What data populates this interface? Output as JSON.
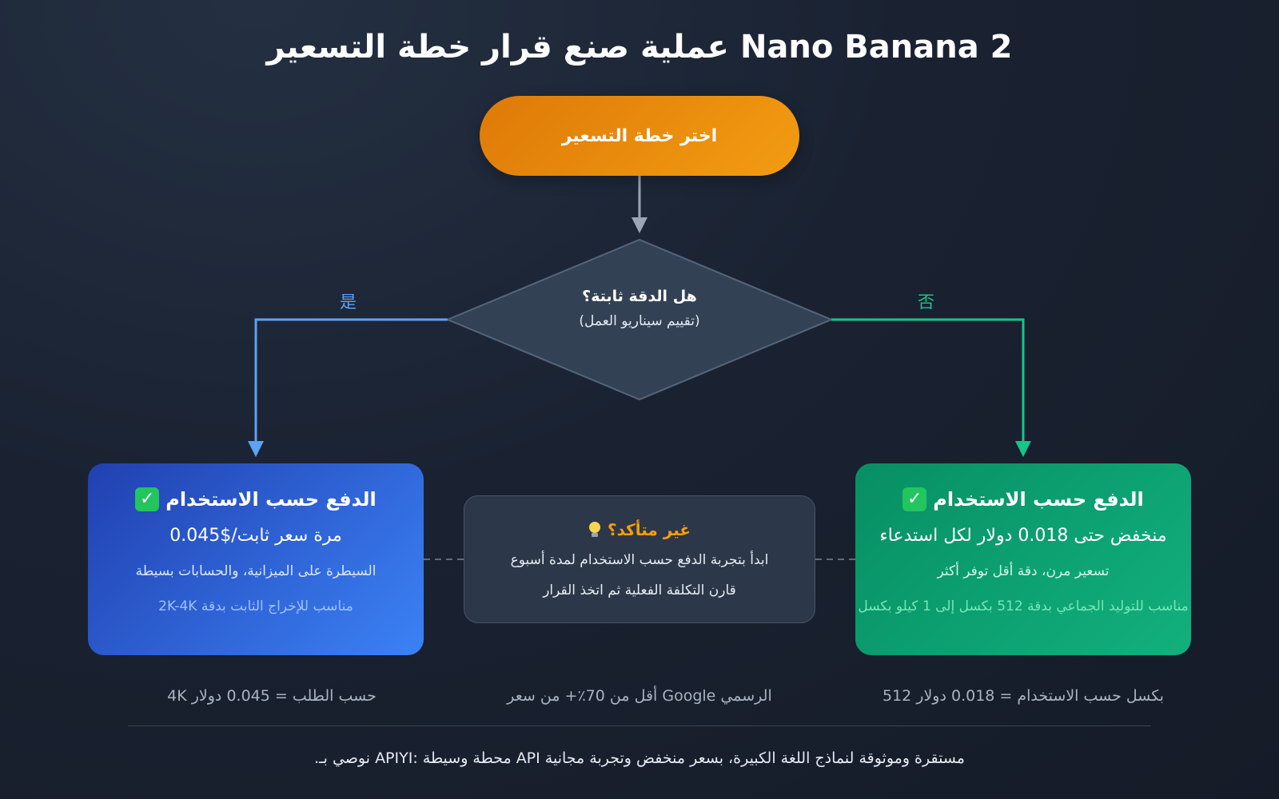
{
  "title": "عملية صنع قرار خطة التسعير Nano Banana 2",
  "start_node": {
    "label": "اختر خطة التسعير"
  },
  "decision": {
    "question": "هل الدقة ثابتة؟",
    "subtitle": "(تقييم سيناريو العمل)"
  },
  "branches": {
    "yes_label": "是",
    "no_label": "否"
  },
  "left_card": {
    "heading": "الدفع حسب الاستخدام",
    "price": "مرة سعر ثابت/$0.045",
    "line": "السيطرة على الميزانية، والحسابات بسيطة",
    "note": "مناسب للإخراج الثابت بدقة 2K-4K",
    "icon": "check-icon"
  },
  "right_card": {
    "heading": "الدفع حسب الاستخدام",
    "price": "منخفض حتى 0.018 دولار لكل استدعاء",
    "line": "تسعير مرن، دقة أقل توفر أكثر",
    "note": "مناسب للتوليد الجماعي بدقة 512 بكسل إلى 1 كيلو بكسل",
    "icon": "check-icon"
  },
  "middle_card": {
    "heading": "غير متأكد؟",
    "line1": "ابدأ بتجربة الدفع حسب الاستخدام لمدة أسبوع",
    "line2": "قارن التكلفة الفعلية ثم اتخذ القرار",
    "icon": "bulb-icon"
  },
  "footnotes": {
    "left": "حسب الطلب = 0.045 دولار 4K",
    "middle": "الرسمي Google أقل من 70٪+ من سعر",
    "right": "بكسل حسب الاستخدام = 0.018 دولار 512"
  },
  "footer": "مستقرة وموثوقة لنماذج اللغة الكبيرة، بسعر منخفض وتجربة مجانية API محطة وسيطة :APIYI نوصي بـ.",
  "colors": {
    "orange": "#f39c12",
    "blue": "#5ba3f5",
    "green": "#19c48a",
    "warning": "#f59e0b"
  }
}
